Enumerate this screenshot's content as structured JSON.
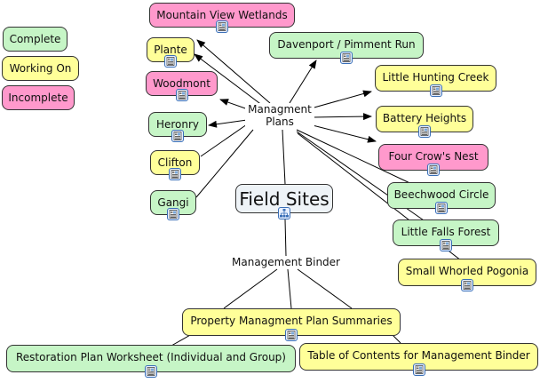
{
  "legend": [
    {
      "label": "Complete",
      "status": "complete"
    },
    {
      "label": "Working On",
      "status": "working"
    },
    {
      "label": "Incomplete",
      "status": "incomplete"
    }
  ],
  "colors": {
    "complete": "#c6f5c6",
    "working": "#ffff99",
    "incomplete": "#ff99cc",
    "root": "#eef3f7",
    "line": "#000000",
    "icon_border": "#3a6fb7"
  },
  "root": {
    "label": "Field Sites",
    "icon": "concept-map-icon"
  },
  "hubs": {
    "plans": {
      "line1": "Managment",
      "line2": "Plans"
    },
    "binder": {
      "label": "Management Binder"
    }
  },
  "plan_nodes": [
    {
      "label": "Mountain View Wetlands",
      "status": "incomplete",
      "icon": "document-icon",
      "arrow": true
    },
    {
      "label": "Plante",
      "status": "working",
      "icon": "document-icon",
      "arrow": true
    },
    {
      "label": "Woodmont",
      "status": "incomplete",
      "icon": "document-icon",
      "arrow": true
    },
    {
      "label": "Heronry",
      "status": "complete",
      "icon": "document-icon",
      "arrow": true
    },
    {
      "label": "Clifton",
      "status": "working",
      "icon": "document-icon",
      "arrow": false
    },
    {
      "label": "Gangi",
      "status": "complete",
      "icon": "document-icon",
      "arrow": false
    },
    {
      "label": "Davenport / Pimment Run",
      "status": "complete",
      "icon": "document-icon",
      "arrow": true
    },
    {
      "label": "Little Hunting Creek",
      "status": "working",
      "icon": "document-icon",
      "arrow": true
    },
    {
      "label": "Battery Heights",
      "status": "working",
      "icon": "document-icon",
      "arrow": true
    },
    {
      "label": "Four Crow's Nest",
      "status": "incomplete",
      "icon": "document-icon",
      "arrow": true
    },
    {
      "label": "Beechwood Circle",
      "status": "complete",
      "icon": "document-icon",
      "arrow": false
    },
    {
      "label": "Little Falls Forest",
      "status": "complete",
      "icon": "document-icon",
      "arrow": false
    },
    {
      "label": "Small Whorled Pogonia",
      "status": "working",
      "icon": "document-icon",
      "arrow": false
    }
  ],
  "binder_nodes": [
    {
      "label": "Property Managment Plan Summaries",
      "status": "working",
      "icon": "document-icon"
    },
    {
      "label": "Restoration Plan Worksheet (Individual and Group)",
      "status": "complete",
      "icon": "document-icon"
    },
    {
      "label": "Table of Contents for Management Binder",
      "status": "working",
      "icon": "document-icon"
    }
  ]
}
